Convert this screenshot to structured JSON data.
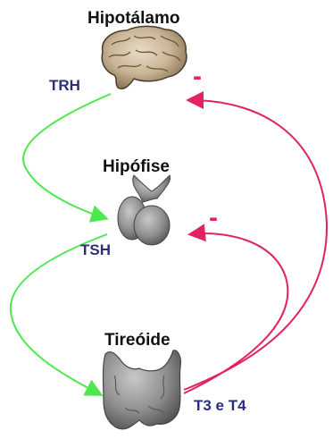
{
  "organs": {
    "hypothalamus": "Hipotálamo",
    "pituitary": "Hipófise",
    "thyroid": "Tireóide"
  },
  "hormones": {
    "trh": "TRH",
    "tsh": "TSH",
    "t3t4": "T3 e T4"
  },
  "feedback": {
    "sign_hypothalamus": "-",
    "sign_pituitary": "-"
  },
  "colors": {
    "stimulation_arrow": "#4ee84e",
    "inhibition_arrow": "#e0245e",
    "hormone_text": "#2b2f7a",
    "organ_gray": "#8a8a8a"
  }
}
